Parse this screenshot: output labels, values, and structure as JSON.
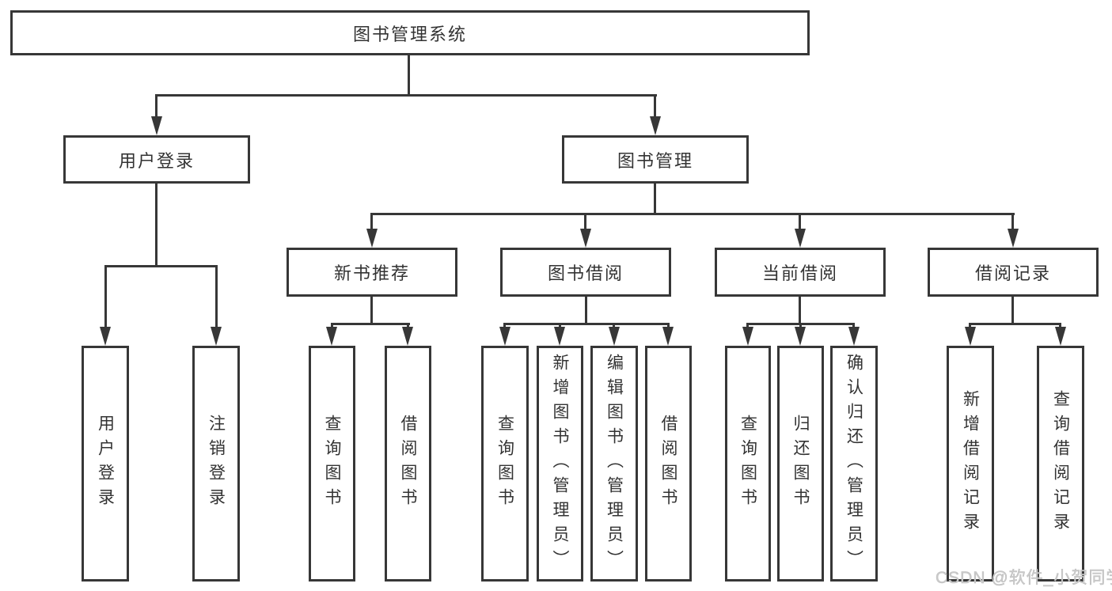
{
  "diagram": {
    "root": "图书管理系统",
    "level2": {
      "user_login": "用户登录",
      "book_management": "图书管理"
    },
    "level3": {
      "new_book_recommend": "新书推荐",
      "book_borrow": "图书借阅",
      "current_borrow": "当前借阅",
      "borrow_records": "借阅记录"
    },
    "leaves": {
      "user_login": "用户登录",
      "logout": "注销登录",
      "rec_query_books": "查询图书",
      "rec_borrow_books": "借阅图书",
      "bb_query_books": "查询图书",
      "bb_add_books": "新增图书（管理员）",
      "bb_edit_books": "编辑图书（管理员）",
      "bb_borrow_books": "借阅图书",
      "cb_query_books": "查询图书",
      "cb_return_books": "归还图书",
      "cb_confirm_return": "确认归还（管理员）",
      "br_add_record": "新增借阅记录",
      "br_query_record": "查询借阅记录"
    }
  },
  "watermark": "CSDN @软件_小贺同学",
  "colors": {
    "line": "#373737",
    "box_border": "#373737",
    "text": "#333333",
    "background": "#ffffff",
    "watermark": "#cbcbcb"
  }
}
